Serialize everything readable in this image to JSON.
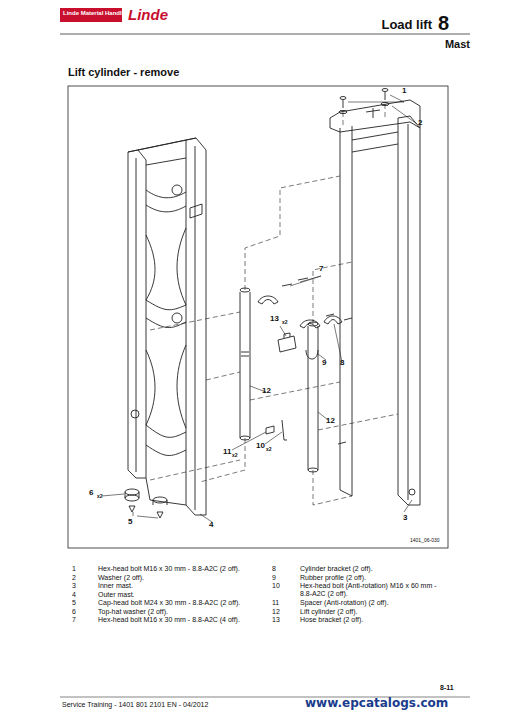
{
  "diagram": {
    "title": "Lift cylinder - remove",
    "labels": [
      "Linde Material Handling",
      "Linde",
      "Load lift",
      "8",
      "Mast",
      "1",
      "2",
      "7",
      "13",
      "x2",
      "9",
      "8",
      "12",
      "12",
      "11",
      "x2",
      "10",
      "x2",
      "6",
      "x2",
      "5",
      "4",
      "3",
      "1401_06-030",
      "1",
      "Hex-head bolt M16 x 30 mm - 8.8-A2C (2 off).",
      "2",
      "Washer (2 off).",
      "3",
      "Inner mast.",
      "4",
      "Outer mast.",
      "5",
      "Cap-head bolt M24 x 30 mm - 8.8-A2C (2 off).",
      "6",
      "Top-hat washer (2 off).",
      "7",
      "Hex-head bolt M16 x 30 mm - 8.8-A2C (4 off).",
      "8",
      "Cylinder bracket (2 off).",
      "9",
      "Rubber profile (2 off).",
      "10",
      "Hex-head bolt (Anti-rotation) M16 x 60 mm - 8.8-A2C (2 off).",
      "11",
      "Spacer (Anti-rotation) (2 off).",
      "12",
      "Lift cylinder (2 off).",
      "13",
      "Hose bracket (2 off).",
      "Service Training - 1401 801 2101 EN - 04/2012",
      "8-11",
      "www.epcatalogs.com"
    ]
  }
}
